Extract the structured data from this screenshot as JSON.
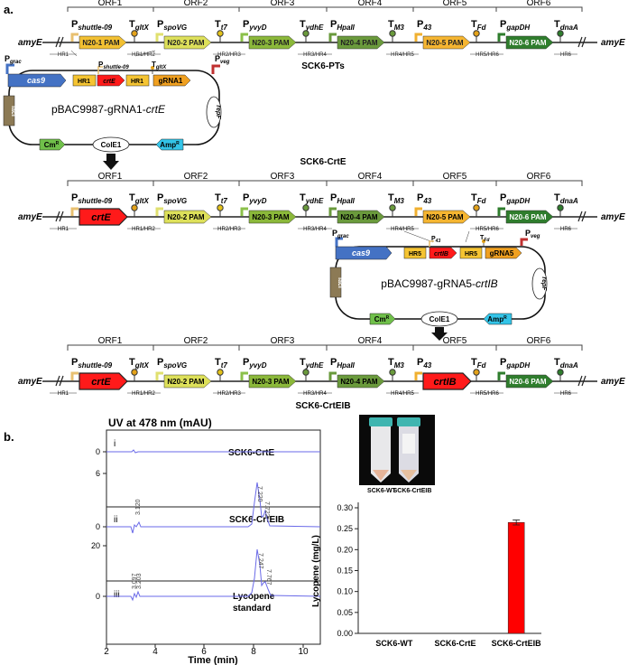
{
  "panel_a": {
    "label": "a.",
    "chromosome_end": "amyE",
    "orf_labels": [
      "ORF1",
      "ORF2",
      "ORF3",
      "ORF4",
      "ORF5",
      "ORF6"
    ],
    "hr_labels": [
      "HR1",
      "HR1/HR2",
      "HR2/HR3",
      "HR3/HR4",
      "HR4/HR5",
      "HR5/HR6",
      "HR6"
    ],
    "promoters": [
      "shuttle-09",
      "spoVG",
      "yvyD",
      "HpaII",
      "43",
      "gapDH"
    ],
    "terminators": [
      "gltX",
      "t7",
      "ydhE",
      "M3",
      "Fd",
      "dnaA"
    ],
    "row1": {
      "title": "SCK6-PTs",
      "genes": [
        "N20-1 PAM",
        "N20-2 PAM",
        "N20-3 PAM",
        "N20-4 PAM",
        "N20-5 PAM",
        "N20-6 PAM"
      ]
    },
    "row2": {
      "title": "SCK6-CrtE",
      "genes": [
        "crtE",
        "N20-2 PAM",
        "N20-3 PAM",
        "N20-4 PAM",
        "N20-5 PAM",
        "N20-6 PAM"
      ]
    },
    "row3": {
      "title": "SCK6-CrtEIB",
      "genes": [
        "crtE",
        "N20-2 PAM",
        "N20-3 PAM",
        "N20-4 PAM",
        "crtIB",
        "N20-6 PAM"
      ]
    },
    "plasmid1": {
      "name_prefix": "pBAC9987-gRNA1-",
      "name_gene": "crtE",
      "cas9": "cas9",
      "hr": "HR1",
      "gene": "crtE",
      "grna": "gRNA1",
      "lacI": "lacI",
      "repF": "repF",
      "cm": "Cm",
      "amp": "Amp",
      "colE1": "ColE1",
      "r": "R",
      "p_grac": "grac",
      "p_veg": "veg",
      "p_gene": "shuttle-09",
      "t_gene": "gltX",
      "letter_p": "P",
      "letter_t": "T"
    },
    "plasmid2": {
      "name_prefix": "pBAC9987-gRNA5-",
      "name_gene": "crtIB",
      "cas9": "cas9",
      "hr": "HR5",
      "gene": "crtIB",
      "grna": "gRNA5",
      "lacI": "lacI",
      "repF": "repF",
      "cm": "Cm",
      "amp": "Amp",
      "colE1": "ColE1",
      "r": "R",
      "p_grac": "grac",
      "p_veg": "veg",
      "p_gene": "43",
      "t_gene": "Fd",
      "letter_p": "P",
      "letter_t": "T"
    }
  },
  "panel_b": {
    "label": "b.",
    "hplc": {
      "title": "UV at 478 nm (mAU)",
      "xlabel": "Time (min)",
      "xticks": [
        "2",
        "4",
        "6",
        "8",
        "10"
      ],
      "panels": [
        {
          "roman": "i",
          "name": "SCK6-CrtE",
          "yticks": [
            "0"
          ]
        },
        {
          "roman": "ii",
          "name": "SCK6-CrtEIB",
          "yticks": [
            "6",
            "0"
          ],
          "peaks": [
            "3.120",
            "7.220",
            "7.722"
          ]
        },
        {
          "roman": "iii",
          "name_line1": "Lycopene",
          "name_line2": "standard",
          "yticks": [
            "20",
            "0"
          ],
          "peaks": [
            "3.097",
            "3.203",
            "7.247",
            "7.767"
          ]
        }
      ]
    },
    "photo": {
      "tube_labels": [
        "SCK6-WT",
        "SCK6-CrtEIB"
      ]
    },
    "chart_data": {
      "type": "bar",
      "categories": [
        "SCK6-WT",
        "SCK6-CrtE",
        "SCK6-CrtEIB"
      ],
      "values": [
        0,
        0,
        0.265
      ],
      "errors": [
        0,
        0,
        0.006
      ],
      "ylabel": "Lycopene (mg/L)",
      "ylim": [
        0,
        0.3
      ],
      "yticks": [
        "0.00",
        "0.05",
        "0.10",
        "0.15",
        "0.20",
        "0.25",
        "0.30"
      ],
      "bar_color": "#ff0000"
    }
  },
  "colors": {
    "n20_1": "#f2c032",
    "n20_2": "#dde05a",
    "n20_3": "#8bb83a",
    "n20_4": "#6a9a3c",
    "n20_5": "#f5b531",
    "n20_6": "#2f7d2d",
    "crtE": "#ff1a1a",
    "cas9": "#4472c4",
    "lacI": "#8c7a55",
    "cm": "#70c04a",
    "amp": "#33c4e8",
    "hr": "#f5c432",
    "trace": "#6a6ae8"
  }
}
